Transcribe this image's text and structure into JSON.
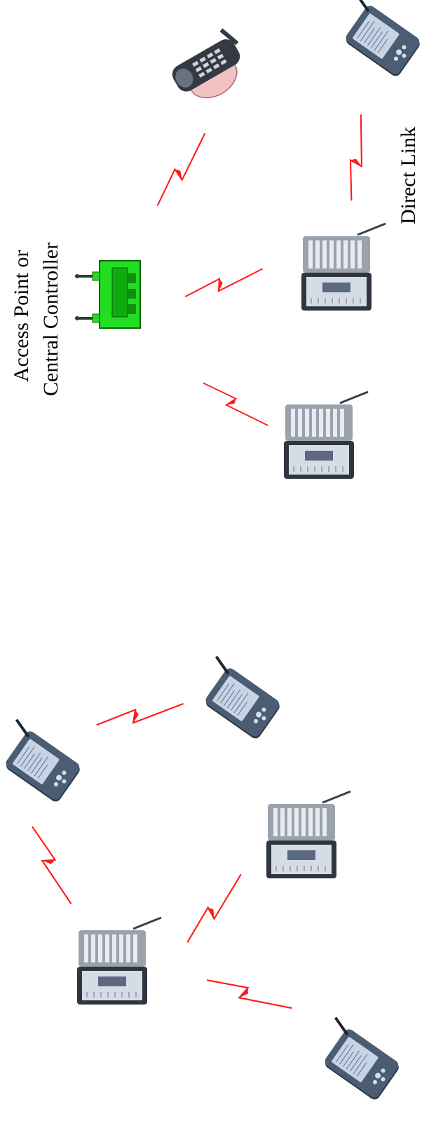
{
  "labels": {
    "access_point_line1": "Access Point or",
    "access_point_line2": "Central Controller",
    "direct_link": "Direct Link"
  },
  "icons": {
    "access_point": "wireless-access-point-icon",
    "phone": "cellular-phone-in-hand-icon",
    "pda": "pda-device-icon",
    "handheld_pc": "handheld-pc-windows-ce-icon",
    "link": "wireless-link-lightning-icon"
  },
  "colors": {
    "link": "#ff1a1a",
    "access_point_body": "#22dd22",
    "device_body": "#3c4a5a",
    "device_screen": "#cfd8e6"
  }
}
